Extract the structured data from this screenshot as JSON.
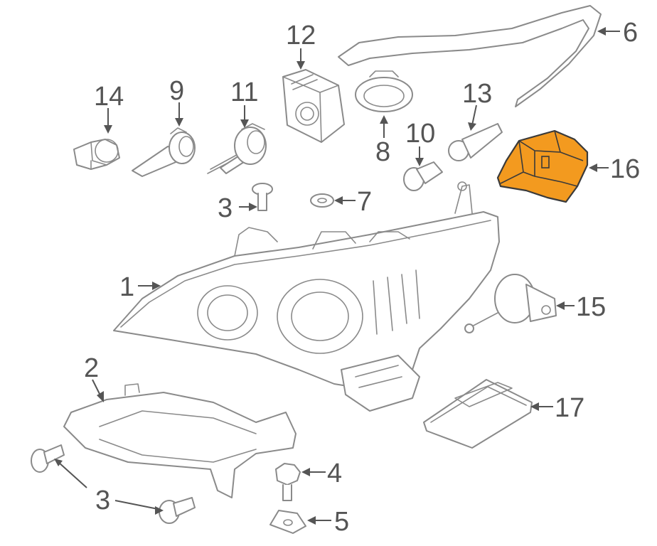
{
  "diagram": {
    "highlight_color": "#f39a1f",
    "line_color": "#8a8a8a",
    "callouts": {
      "c1": "1",
      "c2": "2",
      "c3a": "3",
      "c3b": "3",
      "c4": "4",
      "c5": "5",
      "c6": "6",
      "c7": "7",
      "c8": "8",
      "c9": "9",
      "c10": "10",
      "c11": "11",
      "c12": "12",
      "c13": "13",
      "c14": "14",
      "c15": "15",
      "c16": "16",
      "c17": "17"
    },
    "highlighted_part": "16"
  }
}
